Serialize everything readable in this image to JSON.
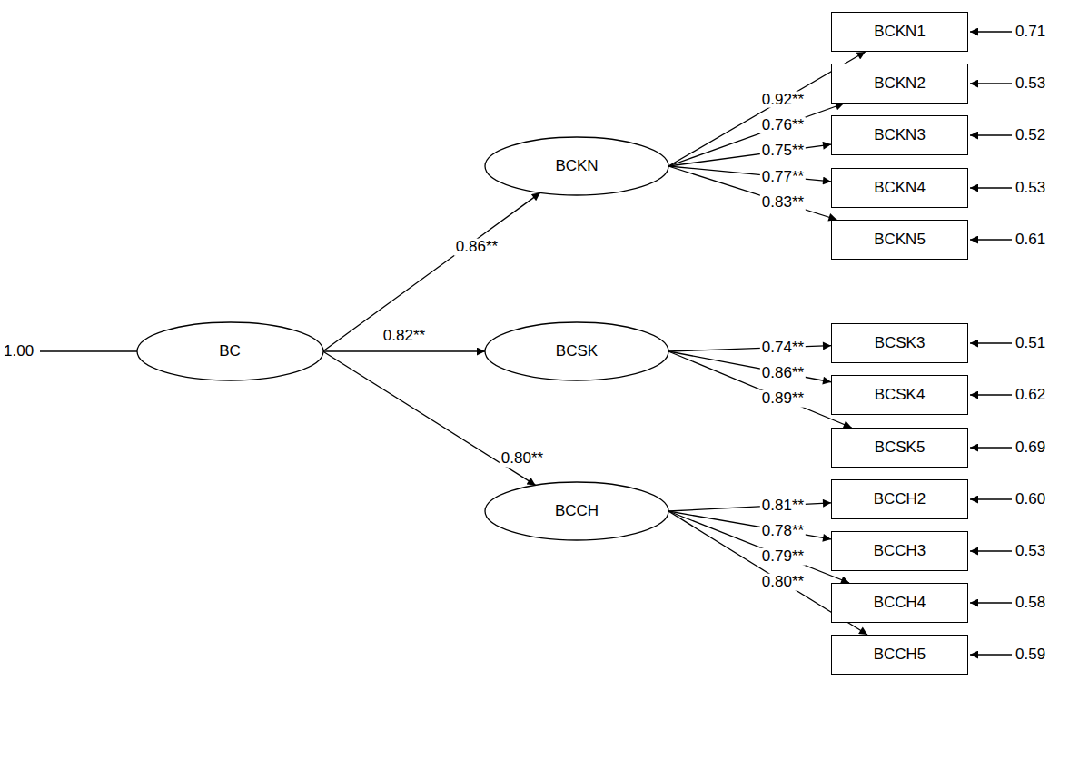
{
  "diagram": {
    "nodes": [
      {
        "text": [
          "BC"
        ]
      },
      {
        "text": [
          "BCKN"
        ]
      },
      {
        "text": [
          "BCSK"
        ]
      },
      {
        "text": [
          "BCCH"
        ]
      },
      {
        "text": [
          "BCKN1"
        ]
      },
      {
        "text": [
          "BCKN2"
        ]
      },
      {
        "text": [
          "BCKN3"
        ]
      },
      {
        "text": [
          "BCKN4"
        ]
      },
      {
        "text": [
          "BCKN5"
        ]
      },
      {
        "text": [
          "BCSK3"
        ]
      },
      {
        "text": [
          "BCSK4"
        ]
      },
      {
        "text": [
          "BCSK5"
        ]
      },
      {
        "text": [
          "BCCH2"
        ]
      },
      {
        "text": [
          "BCCH3"
        ]
      },
      {
        "text": [
          "BCCH4"
        ]
      },
      {
        "text": [
          "BCCH5"
        ]
      }
    ],
    "edges": [
      {
        "from": 0,
        "to": 1,
        "arrow": "to",
        "label": "0.86**"
      },
      {
        "from": 0,
        "to": 2,
        "arrow": "to",
        "label": "0.82**"
      },
      {
        "from": 0,
        "to": 3,
        "arrow": "to",
        "label": "0.80**"
      },
      {
        "from": 1,
        "to": 4,
        "arrow": "to",
        "label": "0.92**"
      },
      {
        "from": 1,
        "to": 5,
        "arrow": "to",
        "label": "0.76**"
      },
      {
        "from": 1,
        "to": 6,
        "arrow": "to",
        "label": "0.75**"
      },
      {
        "from": 1,
        "to": 7,
        "arrow": "to",
        "label": "0.77**"
      },
      {
        "from": 1,
        "to": 8,
        "arrow": "to",
        "label": "0.83**"
      },
      {
        "from": 2,
        "to": 9,
        "arrow": "to",
        "label": "0.74**"
      },
      {
        "from": 2,
        "to": 10,
        "arrow": "to",
        "label": "0.86**"
      },
      {
        "from": 2,
        "to": 11,
        "arrow": "to",
        "label": "0.89**"
      },
      {
        "from": 3,
        "to": 12,
        "arrow": "to",
        "label": "0.81**"
      },
      {
        "from": 3,
        "to": 13,
        "arrow": "to",
        "label": "0.78**"
      },
      {
        "from": 3,
        "to": 14,
        "arrow": "to",
        "label": "0.79**"
      },
      {
        "from": 3,
        "to": 15,
        "arrow": "to",
        "label": "0.80**"
      }
    ],
    "labels": [
      "1.00",
      "0.71",
      "0.53",
      "0.52",
      "0.53",
      "0.61",
      "0.51",
      "0.62",
      "0.69",
      "0.60",
      "0.53",
      "0.58",
      "0.59"
    ]
  }
}
